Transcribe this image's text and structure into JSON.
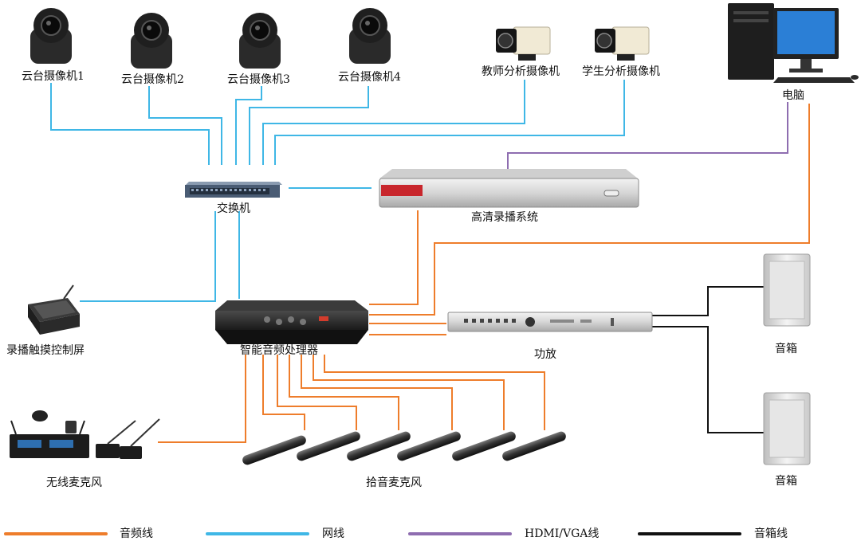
{
  "colors": {
    "audio": "#ee7d2b",
    "network": "#3fb7e6",
    "hdmi": "#8e6db0",
    "speaker": "#111111"
  },
  "devices": {
    "ptz1": "云台摄像机1",
    "ptz2": "云台摄像机2",
    "ptz3": "云台摄像机3",
    "ptz4": "云台摄像机4",
    "teacher_cam": "教师分析摄像机",
    "student_cam": "学生分析摄像机",
    "computer": "电脑",
    "switch": "交换机",
    "recorder": "高清录播系统",
    "touch_panel": "录播触摸控制屏",
    "audio_processor": "智能音频处理器",
    "amplifier": "功放",
    "speaker_top": "音箱",
    "speaker_bottom": "音箱",
    "wireless_mic": "无线麦克风",
    "pickup_mics": "拾音麦克风"
  },
  "legend": [
    {
      "label": "音频线",
      "icon": "orange-line"
    },
    {
      "label": "网线",
      "icon": "blue-line"
    },
    {
      "label": "HDMI/VGA线",
      "icon": "purple-line"
    },
    {
      "label": "音箱线",
      "icon": "black-line"
    }
  ]
}
